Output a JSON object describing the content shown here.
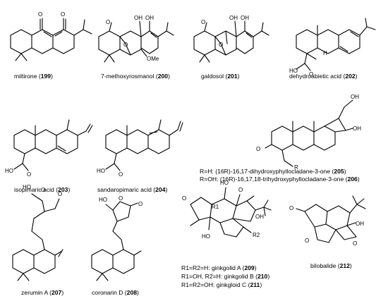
{
  "compounds": [
    {
      "name": "miltirone",
      "number": "199"
    },
    {
      "name": "7-methoxyrosmanol",
      "number": "200"
    },
    {
      "name": "galdosol",
      "number": "201"
    },
    {
      "name": "dehydroabietic acid",
      "number": "202"
    },
    {
      "name": "isopimaric acid",
      "number": "203"
    },
    {
      "name": "sandaropimaric acid",
      "number": "204"
    },
    {
      "name": "zerumin A",
      "number": "207"
    },
    {
      "name": "coronarin D",
      "number": "208"
    },
    {
      "name": "bilobalide",
      "number": "212"
    }
  ],
  "phyllocladane_notes": [
    {
      "r": "R=H:",
      "name": "(16R)-16,17-dihydroxyphyllocladane-3-one",
      "number": "205"
    },
    {
      "r": "R=OH:",
      "name": "(16R)-16,17,18-trihydroxyphyllocladane-3-one",
      "number": "206"
    }
  ],
  "ginkgolide_notes": [
    {
      "r": "R1=R2=H:",
      "name": "ginkgolid A",
      "number": "209"
    },
    {
      "r": "R1=OH, R2=H:",
      "name": "ginkgolid B",
      "number": "210"
    },
    {
      "r": "R1=R2=OH:",
      "name": "ginkgloid C",
      "number": "211"
    }
  ],
  "atom_labels": {
    "O": "O",
    "OH": "OH",
    "HO": "HO",
    "OMe": "OMe",
    "R": "R",
    "R1": "R1",
    "R2": "R2",
    "H": "H"
  },
  "colors": {
    "text": "#000000",
    "oxygen": "#e0100f",
    "nitrogen": "#1030d0",
    "background": "#ffffff"
  }
}
